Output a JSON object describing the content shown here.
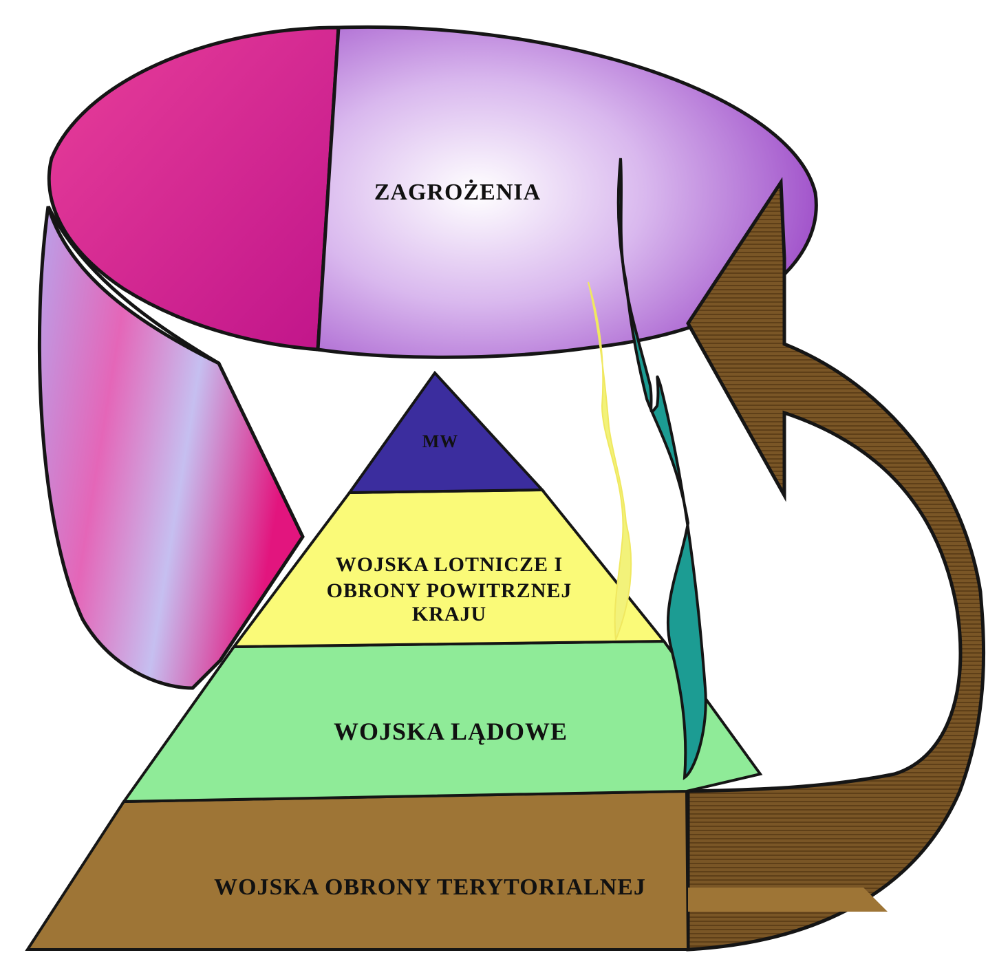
{
  "diagram": {
    "ring": {
      "label": "ZAGROŻENIA",
      "colors": {
        "magenta": "#e0157e",
        "violet": "#a251c9",
        "white": "#ffffff"
      }
    },
    "pyramid": {
      "levels": [
        {
          "id": "mw",
          "lines": [
            "MW"
          ],
          "color": "#3b2d9e"
        },
        {
          "id": "air",
          "lines": [
            "WOJSKA LOTNICZE  I",
            "OBRONY POWITRZNEJ",
            "KRAJU"
          ],
          "color": "#fafa78"
        },
        {
          "id": "land",
          "lines": [
            "WOJSKA LĄDOWE"
          ],
          "color": "#8feb98"
        },
        {
          "id": "territorial",
          "lines": [
            "WOJSKA OBRONY TERYTORIALNEJ"
          ],
          "color": "#9e7536"
        }
      ]
    },
    "arrows": {
      "brown": "#7a5626",
      "teal": "#1c9c93",
      "yellow": "#f2f27a"
    }
  }
}
